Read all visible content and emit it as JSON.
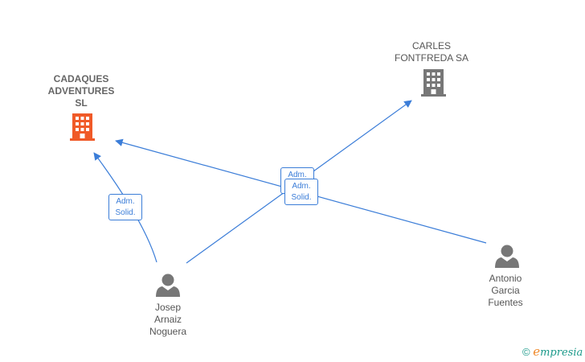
{
  "nodes": {
    "cadaques": {
      "label": "CADAQUES\nADVENTURES\nSL",
      "type": "company",
      "color": "#f05a28"
    },
    "carles": {
      "label": "CARLES\nFONTFREDA SA",
      "type": "company",
      "color": "#777777"
    },
    "josep": {
      "label": "Josep\nArnaiz\nNoguera",
      "type": "person",
      "color": "#777777"
    },
    "antonio": {
      "label": "Antonio\nGarcia\nFuentes",
      "type": "person",
      "color": "#777777"
    }
  },
  "edges": [
    {
      "from": "josep",
      "to": "cadaques",
      "label": "Adm.\nSolid."
    },
    {
      "from": "josep",
      "to": "carles",
      "label": "Adm.\nSolid."
    },
    {
      "from": "antonio",
      "to": "cadaques",
      "label": "Adm.\nSolid."
    }
  ],
  "colors": {
    "edge": "#3b7dd8"
  },
  "footer": {
    "copyright": "©",
    "brand_e": "e",
    "brand_rest": "mpresia"
  }
}
